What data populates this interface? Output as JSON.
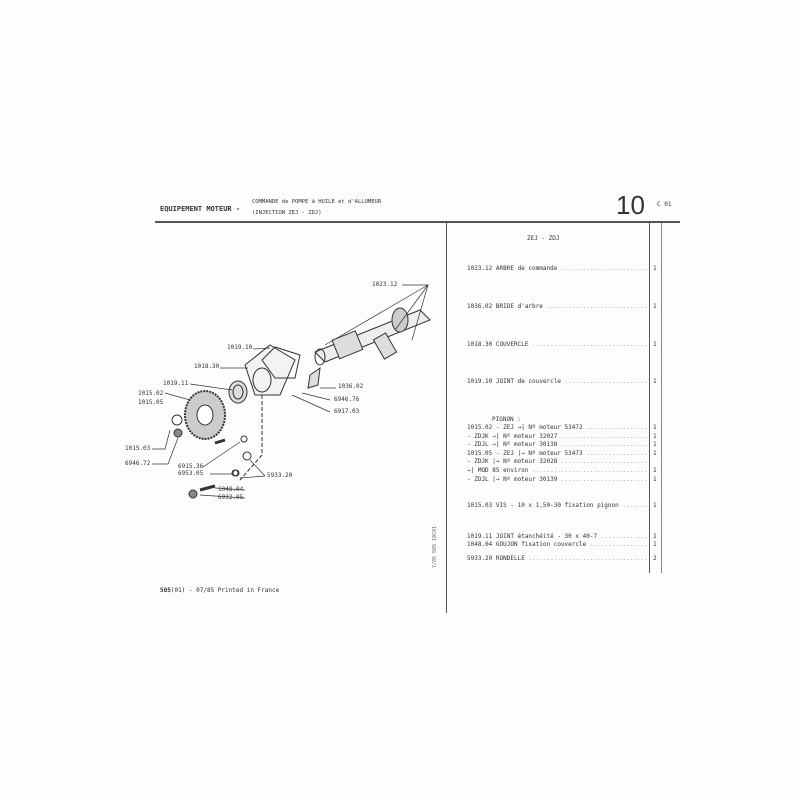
{
  "header": {
    "section": "EQUIPEMENT MOTEUR -",
    "subtitle_1": "COMMANDE de POMPE à HUILE et d'ALLUMEUR",
    "subtitle_2": "(INJECTION ZEJ - ZDJ)",
    "group_number": "10",
    "page_code": "C 01"
  },
  "column_header": "ZEJ - ZDJ",
  "side_code": "7/85 505 10C01",
  "parts": [
    {
      "ref": "1023.12",
      "desc": "ARBRE de commande",
      "qty": "1"
    },
    {
      "ref": "1036.02",
      "desc": "BRIDE d'arbre",
      "qty": "1"
    },
    {
      "ref": "1018.30",
      "desc": "COUVERCLE",
      "qty": "1"
    },
    {
      "ref": "1019.10",
      "desc": "JOINT de couvercle",
      "qty": "1"
    }
  ],
  "pignon": {
    "title": "PIGNON :",
    "lines": [
      {
        "ref": "1015.02",
        "desc": "- ZEJ  →| Nº moteur 53472",
        "qty": "1"
      },
      {
        "ref": "",
        "desc": "- ZDJK →| Nº moteur 32027",
        "qty": "1"
      },
      {
        "ref": "",
        "desc": "- ZDJL →| Nº moteur 30138",
        "qty": "1"
      },
      {
        "ref": "1015.05",
        "desc": "- ZEJ  |→ Nº moteur 53473",
        "qty": "1"
      },
      {
        "ref": "",
        "desc": "- ZDJK |→ Nº moteur 32028",
        "qty": ""
      },
      {
        "ref": "",
        "desc": "  →| MOD 85 environ",
        "qty": "1"
      },
      {
        "ref": "",
        "desc": "- ZDJL |→ Nº moteur 30139",
        "qty": "1"
      }
    ]
  },
  "parts2": [
    {
      "ref": "1015.03",
      "desc": "VIS - 10 x 1,50-30 fixation pignon",
      "qty": "1"
    },
    {
      "ref": "1019.11",
      "desc": "JOINT étanchéité - 30 x 40-7",
      "qty": "1"
    },
    {
      "ref": "1048.04",
      "desc": "GOUJON fixation couvercle",
      "qty": "1"
    },
    {
      "ref": "5933.20",
      "desc": "RONDELLE",
      "qty": "2"
    }
  ],
  "callouts": [
    "1023.12",
    "1019.10",
    "1018.30",
    "1019.11",
    "1015.02",
    "1015.05",
    "1036.02",
    "6946.76",
    "6917.03",
    "1015.03",
    "6946.72",
    "6915.36",
    "6953.05",
    "5933.20",
    "1048.04",
    "6932.05"
  ],
  "footer": {
    "code": "505",
    "suffix": "(01) - 07/85 Printed in France"
  }
}
